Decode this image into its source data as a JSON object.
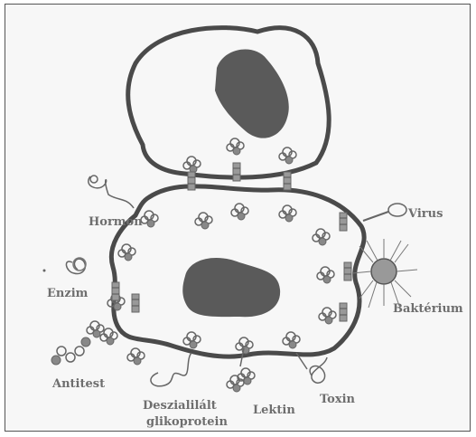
{
  "labels": {
    "hormon": "Hormon",
    "enzim": "Enzim",
    "antitest": "Antitest",
    "deszialilalt_line1": "Deszialilált",
    "deszialilalt_line2": "glikoprotein",
    "lektin": "Lektin",
    "toxin": "Toxin",
    "virus": "Virus",
    "bakterium": "Baktérium"
  },
  "colors": {
    "membrane": "#4a4a4a",
    "nucleus": "#5a5a5a",
    "molecule": "#6a6a6a",
    "label": "#6e6e6e"
  }
}
